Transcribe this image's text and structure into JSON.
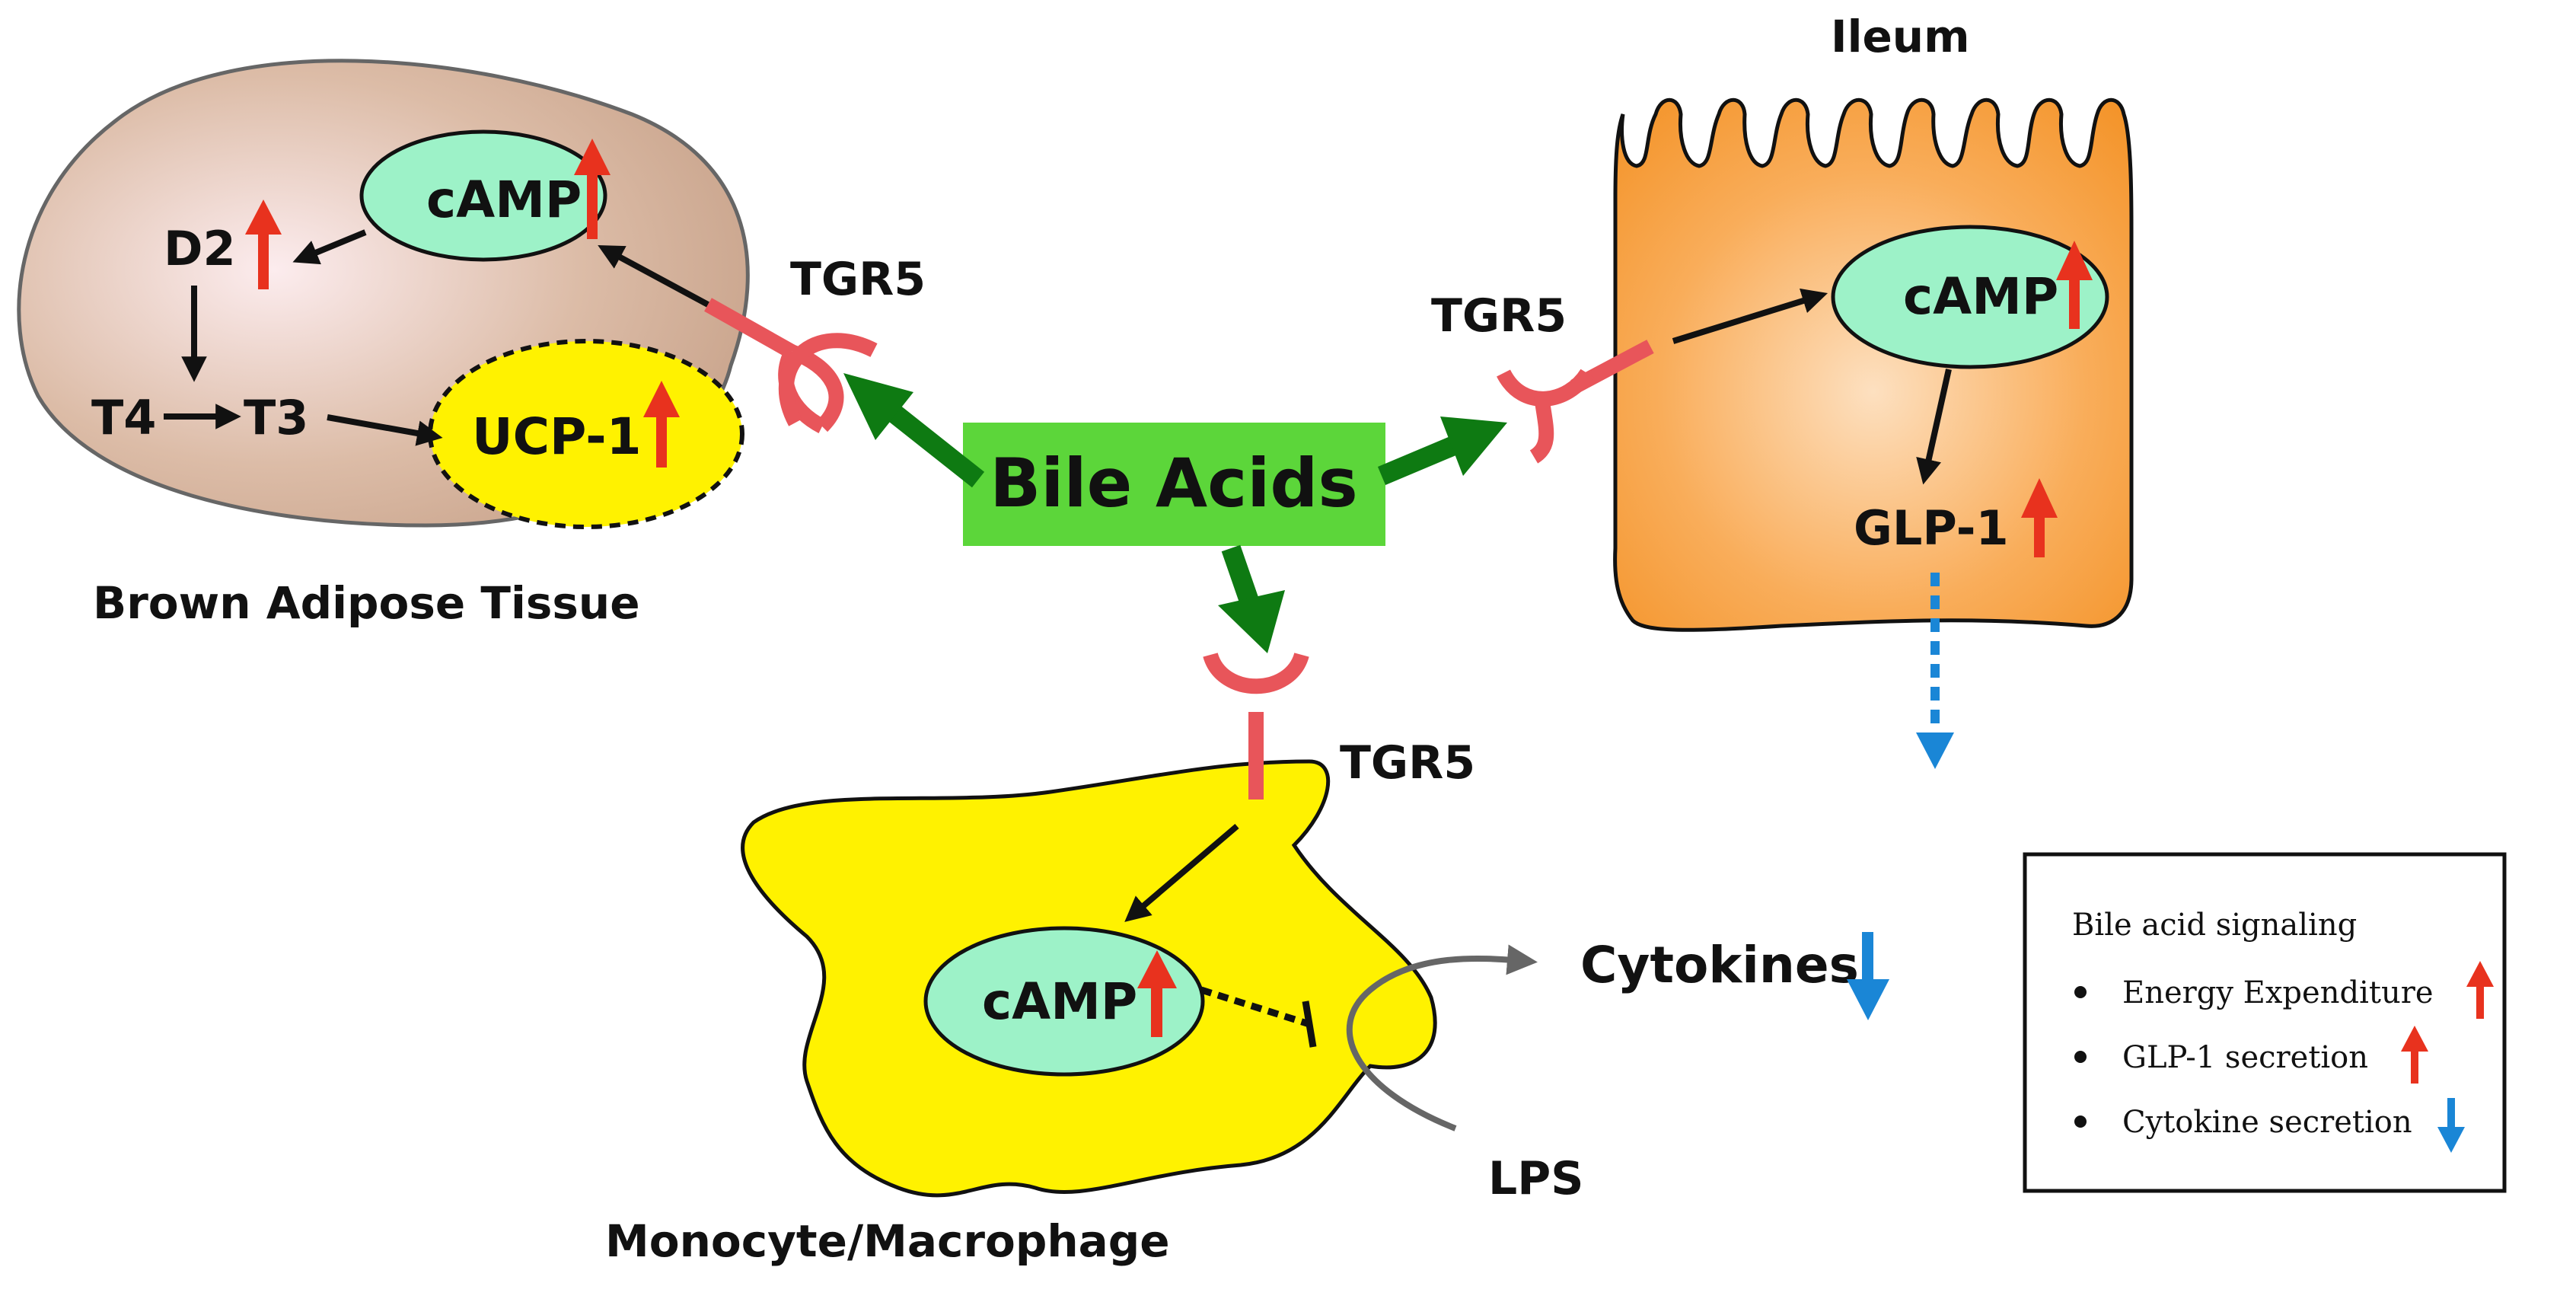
{
  "labels": {
    "bile_acids": "Bile Acids",
    "tgr5_bat": "TGR5",
    "tgr5_ileum": "TGR5",
    "tgr5_macro": "TGR5",
    "camp_bat": "cAMP",
    "camp_ileum": "cAMP",
    "camp_macro": "cAMP",
    "d2": "D2",
    "t4": "T4",
    "t3": "T3",
    "ucp1": "UCP-1",
    "glp1": "GLP-1",
    "cytokines": "Cytokines",
    "lps": "LPS",
    "brown_adipose": "Brown Adipose Tissue",
    "ileum": "Ileum",
    "monocyte": "Monocyte/Macrophage"
  },
  "legend": {
    "title": "Bile acid signaling",
    "items": [
      {
        "text": "Energy Expenditure",
        "direction": "up"
      },
      {
        "text": "GLP-1 secretion",
        "direction": "up"
      },
      {
        "text": "Cytokine secretion",
        "direction": "down"
      }
    ]
  },
  "colors": {
    "bat_cell": "#d9b8a2",
    "ileum_cell": "#f7a23f",
    "macro_cell": "#fff200",
    "camp": "#9df2c8",
    "ucp1": "#fff200",
    "bile_acids_box": "#5cd63a",
    "green_arrow": "#0e7a12",
    "receptor": "#e8555a",
    "up_arrow": "#e8321e",
    "down_arrow": "#1a86d6"
  }
}
